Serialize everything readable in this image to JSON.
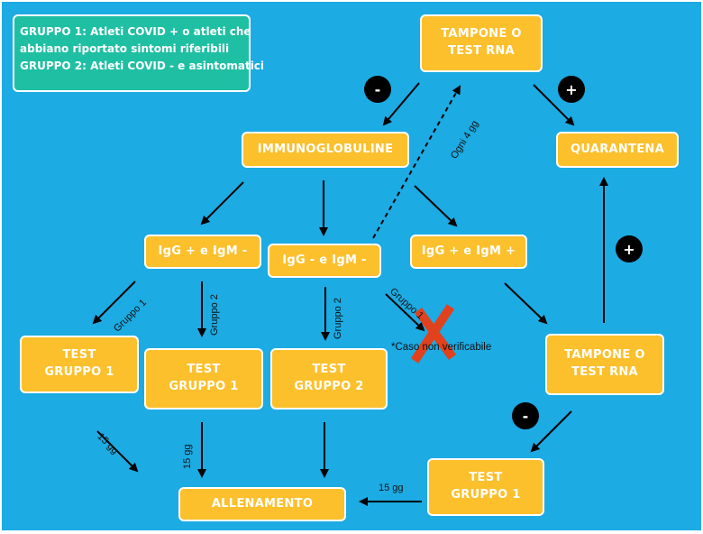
{
  "legend": {
    "line1": "GRUPPO 1: Atleti COVID + o atleti che",
    "line2": "abbiano riportato sintomi riferibili",
    "line3": "GRUPPO 2: Atleti COVID - e asintomatici"
  },
  "nodes": {
    "tampone_top": "TAMPONE O\nTEST RNA",
    "immunoglobuline": "IMMUNOGLOBULINE",
    "quarantena": "QUARANTENA",
    "igg_pos_igm_neg": "IgG + e IgM -",
    "igg_neg_igm_neg": "IgG - e IgM -",
    "igg_pos_igm_pos": "IgG + e IgM +",
    "test_g1_left": "TEST\nGRUPPO 1",
    "test_g1_mid": "TEST\nGRUPPO 1",
    "test_g2": "TEST\nGRUPPO 2",
    "tampone_right": "TAMPONE O\nTEST RNA",
    "test_g1_bottom": "TEST\nGRUPPO 1",
    "allenamento": "ALLENAMENTO"
  },
  "signs": {
    "minus_top": "-",
    "plus_top": "+",
    "plus_right": "+",
    "minus_bottom": "-"
  },
  "edge_labels": {
    "ogni_4_gg": "Ogni 4 gg",
    "gruppo1_left": "Gruppo 1",
    "gruppo2_mid": "Gruppo 2",
    "gruppo2_center": "Gruppo 2",
    "gruppo1_right": "Gruppo 1",
    "caso_non_verificabile": "*Caso non verificabile",
    "gg15_left": "15 gg",
    "gg15_mid": "15 gg",
    "gg15_bottom": "15 gg"
  },
  "colors": {
    "background": "#1cabe3",
    "node": "#fcc02c",
    "legend": "#1fbfa3",
    "cross": "#e2411e"
  }
}
